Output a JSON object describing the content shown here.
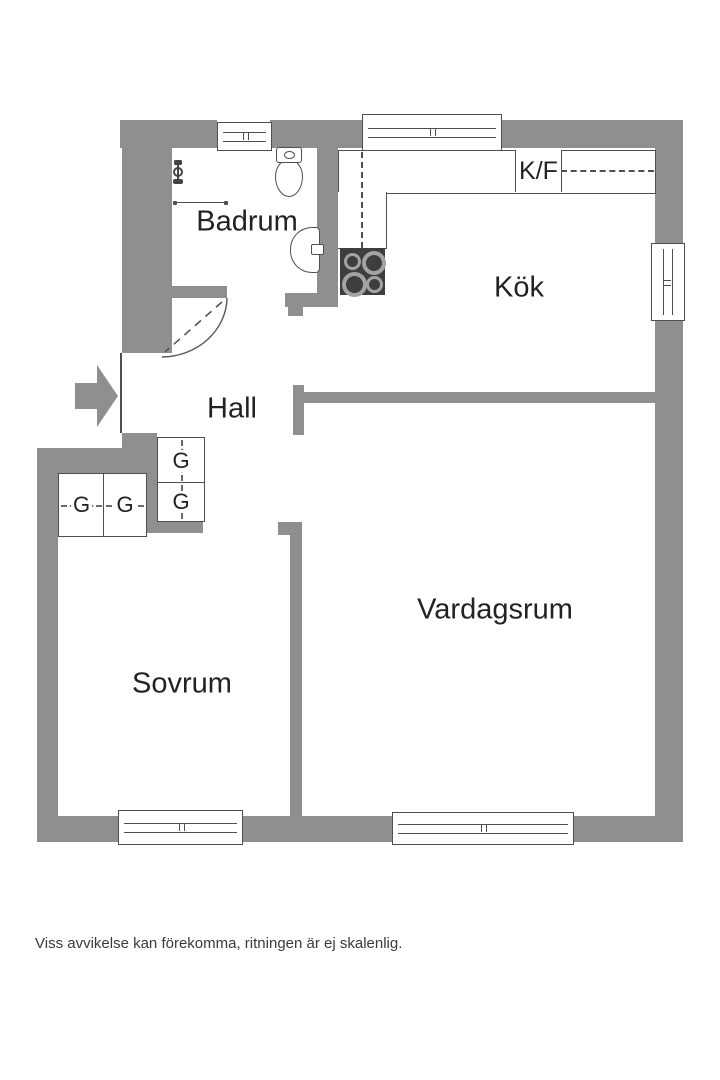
{
  "plan": {
    "rooms": [
      {
        "id": "badrum",
        "label": "Badrum"
      },
      {
        "id": "kok",
        "label": "Kök"
      },
      {
        "id": "hall",
        "label": "Hall"
      },
      {
        "id": "sovrum",
        "label": "Sovrum"
      },
      {
        "id": "vardagsrum",
        "label": "Vardagsrum"
      }
    ],
    "kitchen": {
      "fridge_freezer_label": "K/F"
    },
    "closets": {
      "label": "G"
    },
    "disclaimer": "Viss avvikelse kan förekomma, ritningen är ej skalenlig.",
    "colors": {
      "wall": "#8f8f8f",
      "line": "#4f4f4f",
      "stove": "#3e3e3e",
      "text": "#222222",
      "background": "#ffffff"
    }
  }
}
